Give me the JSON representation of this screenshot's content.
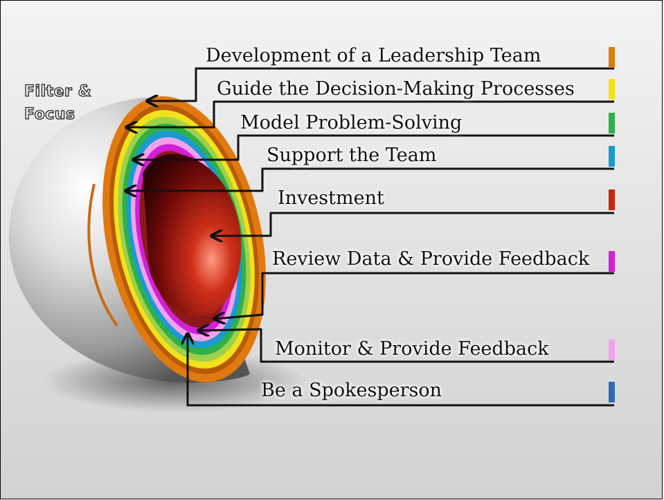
{
  "heading": {
    "line1": "Filter &",
    "line2": "Focus"
  },
  "layers": [
    {
      "label": "Development of a Leadership Team",
      "color": "#e07a10"
    },
    {
      "label": "Guide the Decision-Making Processes",
      "color": "#f2e21a"
    },
    {
      "label": "Model Problem-Solving",
      "color": "#2fb04a"
    },
    {
      "label": "Support the Team",
      "color": "#1a9ad0"
    },
    {
      "label": "Investment",
      "color": "#c8280e"
    },
    {
      "label": "Review Data & Provide Feedback",
      "color": "#d020d8"
    },
    {
      "label": "Monitor & Provide Feedback",
      "color": "#f5a0ee"
    },
    {
      "label": "Be a Spokesperson",
      "color": "#2f6ab8"
    }
  ]
}
